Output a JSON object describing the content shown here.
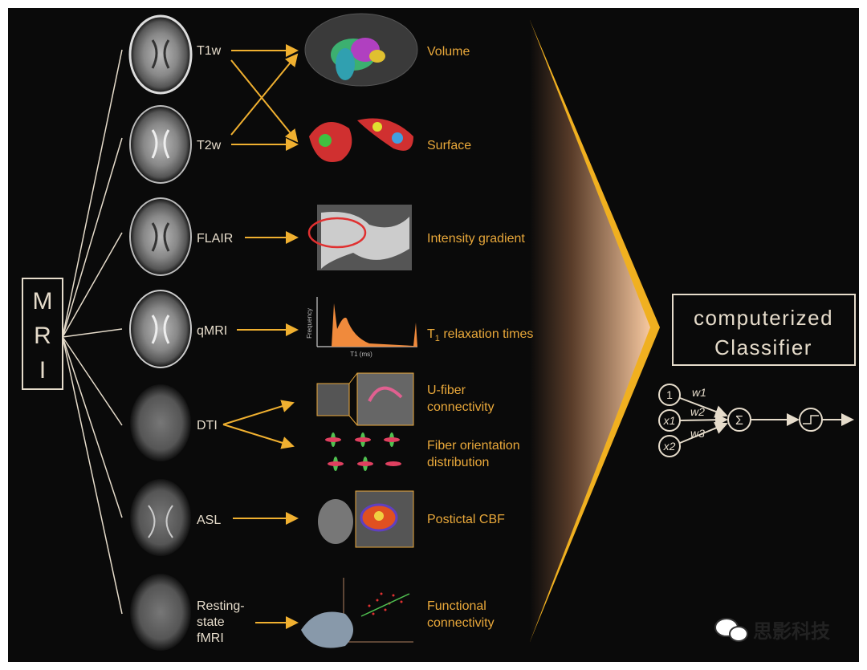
{
  "mri_box": {
    "letters": [
      "M",
      "R",
      "I"
    ]
  },
  "modalities": [
    {
      "label": "T1w"
    },
    {
      "label": "T2w"
    },
    {
      "label": "FLAIR"
    },
    {
      "label": "qMRI"
    },
    {
      "label": "DTI"
    },
    {
      "label": "ASL"
    },
    {
      "label_lines": [
        "Resting-",
        "state",
        "fMRI"
      ]
    }
  ],
  "features": {
    "volume": "Volume",
    "surface": "Surface",
    "intensity": "Intensity gradient",
    "t1": {
      "main": "T",
      "sub": "1",
      "rest": " relaxation times"
    },
    "ufiber": [
      "U-fiber",
      "connectivity"
    ],
    "fod": [
      "Fiber orientation",
      "distribution"
    ],
    "cbf": "Postictal CBF",
    "fc": [
      "Functional",
      "connectivity"
    ]
  },
  "histogram": {
    "ylabel": "Frequency",
    "xlabel": "T1 (ms)"
  },
  "classifier": {
    "line1": "computerized",
    "line2": "Classifier"
  },
  "perceptron": {
    "inputs": [
      "1",
      "x1",
      "x2"
    ],
    "weights": [
      "w1",
      "w2",
      "w3"
    ],
    "sum": "Σ"
  },
  "watermark": "思影科技",
  "colors": {
    "accent": "#f0b030",
    "label": "#e9a83a",
    "text": "#e6dccb",
    "bg": "#0a0a0a"
  }
}
